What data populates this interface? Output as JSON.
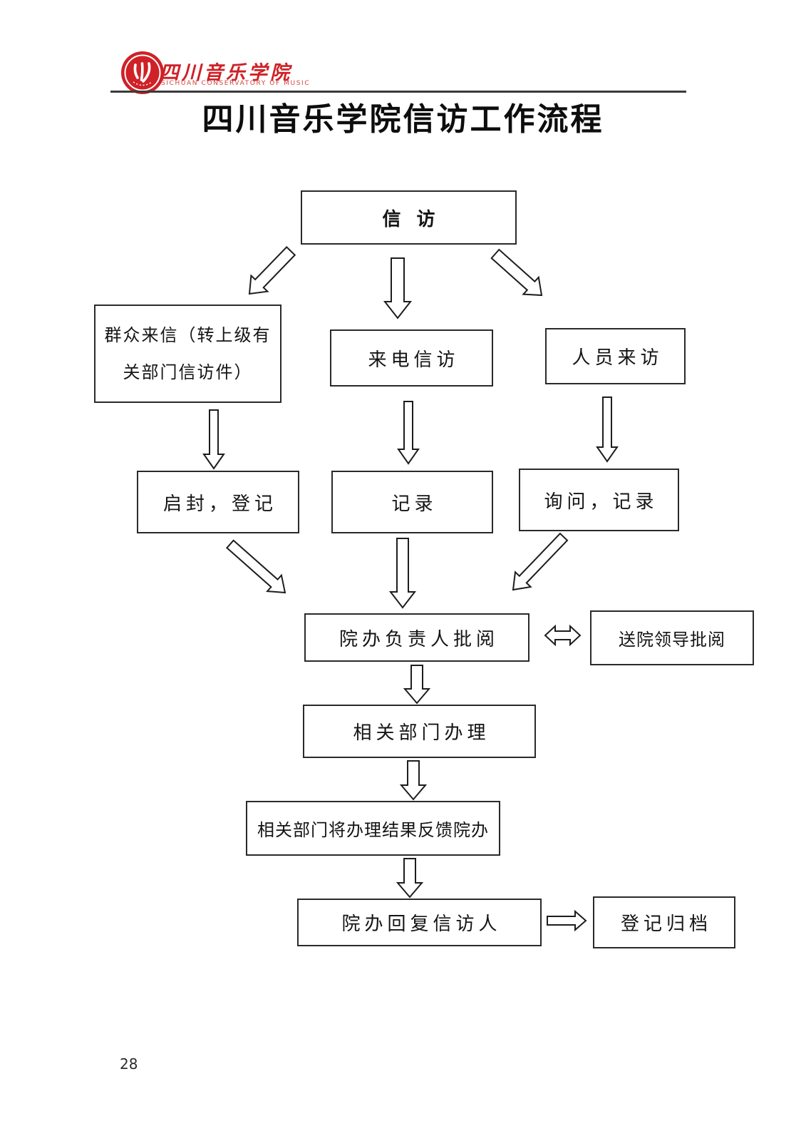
{
  "header": {
    "logo": {
      "seal_icon": "sichuan-conservatory-seal",
      "name_cn": "四川音乐学院",
      "name_en": "SICHUAN CONSERVATORY OF MUSIC"
    },
    "title": "四川音乐学院信访工作流程"
  },
  "colors": {
    "brand_red": "#cf2127",
    "box_border": "#2a2a2a",
    "text": "#141414"
  },
  "flowchart": {
    "nodes": {
      "xinfang": "信访",
      "mass_letters_line1": "群众来信（转上级有",
      "mass_letters_line2": "关部门信访件）",
      "phone_petition": "来电信访",
      "visitors": "人员来访",
      "open_register": "启封，登记",
      "record": "记录",
      "inquire_record": "询问，记录",
      "office_head_review": "院办负责人批阅",
      "send_leaders_review": "送院领导批阅",
      "dept_handling": "相关部门办理",
      "dept_feedback": "相关部门将办理结果反馈院办",
      "office_reply": "院办回复信访人",
      "register_archive": "登记归档"
    }
  },
  "footer": {
    "page_number": "28"
  }
}
